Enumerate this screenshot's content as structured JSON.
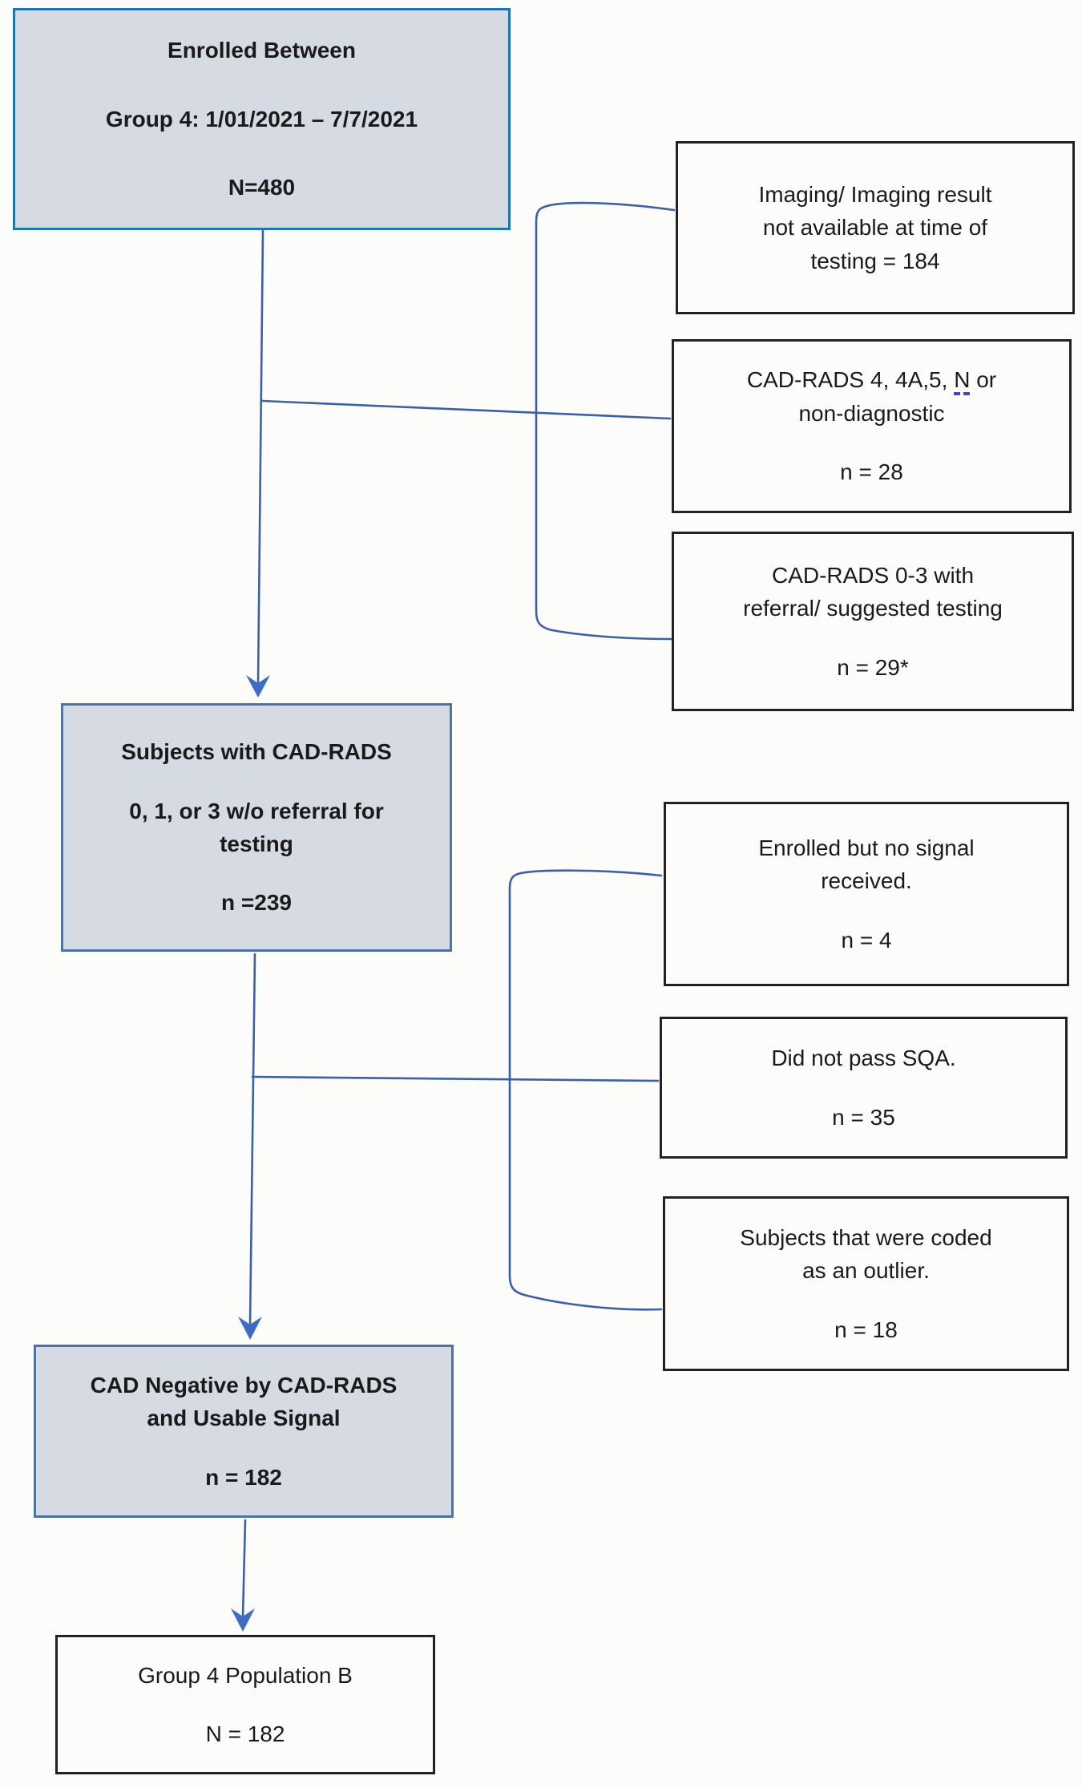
{
  "figure": {
    "type": "patient-flow-diagram",
    "group": "Group 4"
  },
  "colors": {
    "background": "#fcfcfa",
    "shaded_fill": "#d6dae3",
    "top_border": "#2173b8",
    "shaded_border": "#4d72a4",
    "plain_fill": "#fdfcfa",
    "plain_border": "#222222",
    "connector": "#3d5fa4",
    "arrow": "#3e6cc2",
    "spellcheck_underline": "#3f48cc",
    "text": "#1a1a1a"
  },
  "boxes": {
    "top": {
      "lines": [
        "Enrolled Between",
        "",
        "Group 4:  1/01/2021 – 7/7/2021",
        "",
        "N=480"
      ],
      "n": 480
    },
    "right1": {
      "lines": [
        "Imaging/ Imaging result",
        "not available at time of",
        "testing = 184"
      ],
      "n": 184
    },
    "right2": {
      "line1_pre": "CAD-RADS 4, 4A,5, ",
      "line1_underlined": "N",
      "line1_post": " or",
      "lines": [
        "non-diagnostic",
        "",
        "n = 28"
      ],
      "n": 28
    },
    "right3": {
      "lines": [
        "CAD-RADS 0-3 with",
        "referral/ suggested testing",
        "",
        "n = 29*"
      ],
      "n": "29*"
    },
    "mid": {
      "lines": [
        "Subjects with CAD-RADS",
        "",
        "0, 1, or 3 w/o referral for",
        "testing",
        "",
        "n =239"
      ],
      "n": 239
    },
    "right4": {
      "lines": [
        "Enrolled but no signal",
        "received.",
        "",
        "n = 4"
      ],
      "n": 4
    },
    "right5": {
      "lines": [
        "Did not pass SQA.",
        "",
        "n = 35"
      ],
      "n": 35
    },
    "right6": {
      "lines": [
        "Subjects that were coded",
        "as an outlier.",
        "",
        "n = 18"
      ],
      "n": 18
    },
    "shaded3": {
      "lines": [
        "CAD Negative by CAD-RADS",
        "and Usable Signal",
        "",
        "n = 182"
      ],
      "n": 182
    },
    "bottom": {
      "lines": [
        "Group 4 Population B",
        "",
        "N = 182"
      ],
      "n": 182
    }
  }
}
